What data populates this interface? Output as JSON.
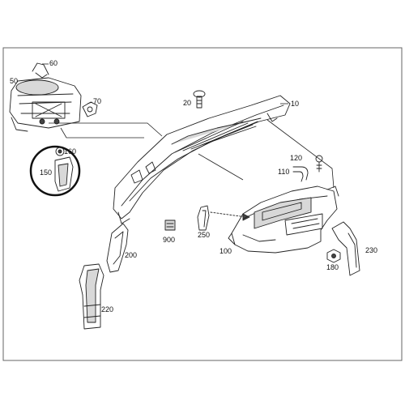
{
  "diagram": {
    "callouts": [
      {
        "id": "p60",
        "text": "60"
      },
      {
        "id": "p50",
        "text": "50"
      },
      {
        "id": "p70",
        "text": "70"
      },
      {
        "id": "p20",
        "text": "20"
      },
      {
        "id": "p10",
        "text": "10"
      },
      {
        "id": "p160",
        "text": "160"
      },
      {
        "id": "p150",
        "text": "150"
      },
      {
        "id": "p120",
        "text": "120"
      },
      {
        "id": "p110",
        "text": "110"
      },
      {
        "id": "p900",
        "text": "900"
      },
      {
        "id": "p250",
        "text": "250"
      },
      {
        "id": "p200",
        "text": "200"
      },
      {
        "id": "p100",
        "text": "100"
      },
      {
        "id": "p180",
        "text": "180"
      },
      {
        "id": "p230",
        "text": "230"
      },
      {
        "id": "p220",
        "text": "220"
      }
    ]
  }
}
